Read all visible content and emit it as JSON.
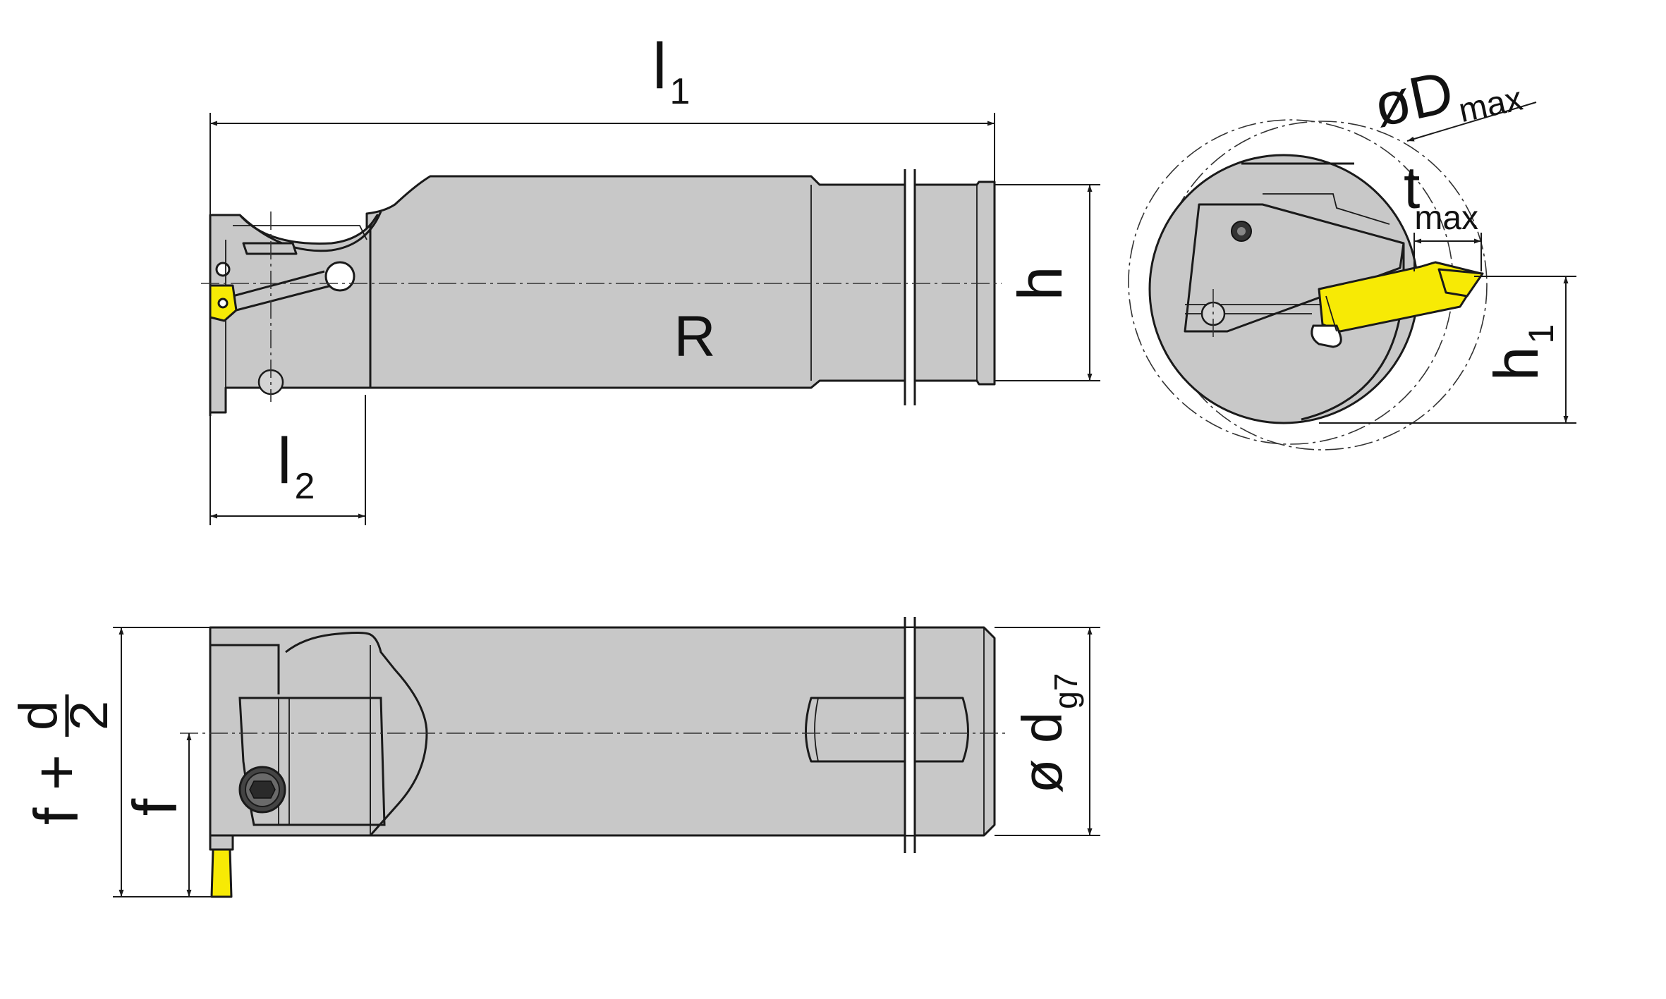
{
  "labels": {
    "l1_main": "l",
    "l1_sub": "1",
    "l2_main": "l",
    "l2_sub": "2",
    "h": "h",
    "R": "R",
    "Dmax_main": "øD",
    "Dmax_sub": "max",
    "tmax_main": "t",
    "tmax_sub": "max",
    "h1_main": "h",
    "h1_sub": "1",
    "d_main": "ø d",
    "d_sub": "g7",
    "f": "f",
    "f_plus": "f +",
    "frac_num": "d",
    "frac_den": "2"
  },
  "colors": {
    "body": "#c8c8c8",
    "insert": "#f7ea05",
    "line": "#1a1a1a",
    "background": "#ffffff"
  }
}
